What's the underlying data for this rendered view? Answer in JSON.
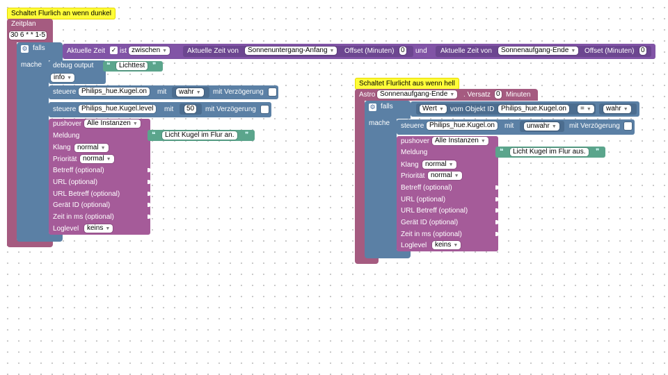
{
  "block1": {
    "comment": "Schaltet Flurlich an wenn dunkel",
    "schedule_label": "Zeitplan",
    "schedule_value": "30 6 * * 1-5",
    "if_label": "falls",
    "then_label": "mache",
    "cond": {
      "time_label": "Aktuelle Zeit",
      "is_label": "ist",
      "between_option": "zwischen",
      "from1_label": "Aktuelle Zeit von",
      "astro1": "Sonnenuntergang-Anfang",
      "offset1_label": "Offset (Minuten)",
      "offset1": "0",
      "and_label": "und",
      "from2_label": "Aktuelle Zeit von",
      "astro2": "Sonnenaufgang-Ende",
      "offset2_label": "Offset (Minuten)",
      "offset2": "0"
    },
    "debug": {
      "label": "debug output",
      "text": "Lichttest",
      "level": "info"
    },
    "control1": {
      "label": "steuere",
      "object": "Philips_hue.Kugel.on",
      "with_label": "mit",
      "value": "wahr",
      "delay_label": "mit Verzögerung"
    },
    "control2": {
      "label": "steuere",
      "object": "Philips_hue.Kugel.level",
      "with_label": "mit",
      "value": "50",
      "delay_label": "mit Verzögerung"
    },
    "pushover": {
      "label": "pushover",
      "instance": "Alle Instanzen",
      "message_label": "Meldung",
      "message": "Licht Kugel im Flur an.",
      "sound_label": "Klang",
      "sound": "normal",
      "priority_label": "Priorität",
      "priority": "normal",
      "subject_label": "Betreff (optional)",
      "url_label": "URL (optional)",
      "url_title_label": "URL Betreff (optional)",
      "device_label": "Gerät ID (optional)",
      "time_label": "Zeit in ms (optional)",
      "loglevel_label": "Loglevel",
      "loglevel": "keins"
    }
  },
  "block2": {
    "comment": "Schaltet Flurlicht aus wenn hell",
    "astro_label": "Astro",
    "astro_value": "Sonnenaufgang-Ende",
    "shift_label": ". Versatz",
    "shift_value": "0",
    "minutes_label": "Minuten",
    "if_label": "falls",
    "then_label": "mache",
    "cond": {
      "value_label": "Wert",
      "object_label": "vom Objekt ID",
      "object": "Philips_hue.Kugel.on",
      "op": "=",
      "compare": "wahr"
    },
    "control": {
      "label": "steuere",
      "object": "Philips_hue.Kugel.on",
      "with_label": "mit",
      "value": "unwahr",
      "delay_label": "mit Verzögerung"
    },
    "pushover": {
      "label": "pushover",
      "instance": "Alle Instanzen",
      "message_label": "Meldung",
      "message": "Licht Kugel im Flur aus.",
      "sound_label": "Klang",
      "sound": "normal",
      "priority_label": "Priorität",
      "priority": "normal",
      "subject_label": "Betreff (optional)",
      "url_label": "URL (optional)",
      "url_title_label": "URL Betreff (optional)",
      "device_label": "Gerät ID (optional)",
      "time_label": "Zeit in ms (optional)",
      "loglevel_label": "Loglevel",
      "loglevel": "keins"
    }
  },
  "icons": {
    "dropdown": "▼",
    "check": "✓",
    "gear": "⚙",
    "quote_open": "❝",
    "quote_close": "❞"
  },
  "colors": {
    "comment": "#fffd38",
    "schedule": "#a55b80",
    "logic": "#5b80a5",
    "condition": "#8154a6",
    "pushover": "#a55b99",
    "text": "#5ba58c"
  }
}
